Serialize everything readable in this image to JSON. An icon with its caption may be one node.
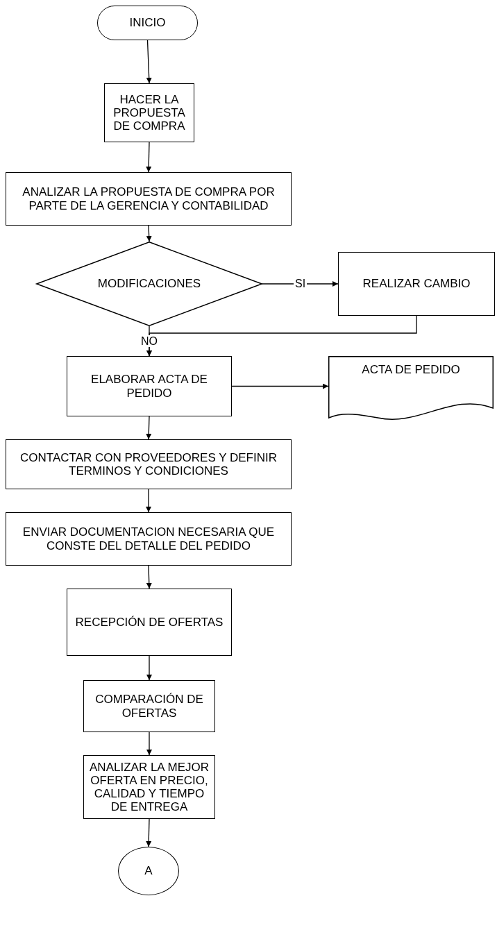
{
  "diagram": {
    "nodes": [
      {
        "text": [
          "INICIO"
        ]
      },
      {
        "text": [
          "HACER LA PROPUESTA DE COMPRA"
        ]
      },
      {
        "text": [
          "ANALIZAR LA PROPUESTA DE COMPRA POR PARTE DE LA GERENCIA Y CONTABILIDAD"
        ]
      },
      {
        "text": [
          "MODIFICACIONES"
        ]
      },
      {
        "text": [
          "REALIZAR CAMBIO"
        ]
      },
      {
        "text": [
          "ELABORAR ACTA DE PEDIDO"
        ]
      },
      {
        "text": [
          "ACTA DE PEDIDO"
        ]
      },
      {
        "text": [
          "CONTACTAR CON PROVEEDORES Y DEFINIR TERMINOS Y CONDICIONES"
        ]
      },
      {
        "text": [
          "ENVIAR DOCUMENTACION NECESARIA QUE CONSTE DEL DETALLE DEL PEDIDO"
        ]
      },
      {
        "text": [
          "RECEPCIÓN DE OFERTAS"
        ]
      },
      {
        "text": [
          "COMPARACIÓN DE OFERTAS"
        ]
      },
      {
        "text": [
          "ANALIZAR LA MEJOR OFERTA EN PRECIO, CALIDAD Y TIEMPO DE ENTREGA"
        ]
      },
      {
        "text": [
          "A"
        ]
      }
    ],
    "edges": [
      {
        "from": 0,
        "to": 1,
        "arrow": "to"
      },
      {
        "from": 1,
        "to": 2,
        "arrow": "to"
      },
      {
        "from": 2,
        "to": 3,
        "arrow": "to"
      },
      {
        "from": 3,
        "to": 4,
        "arrow": "to",
        "label": "SI"
      },
      {
        "from": 4,
        "to": 5,
        "arrow": "to"
      },
      {
        "from": 3,
        "to": 5,
        "arrow": "to",
        "label": "NO"
      },
      {
        "from": 5,
        "to": 6,
        "arrow": "to"
      },
      {
        "from": 5,
        "to": 7,
        "arrow": "to"
      },
      {
        "from": 7,
        "to": 8,
        "arrow": "to"
      },
      {
        "from": 8,
        "to": 9,
        "arrow": "to"
      },
      {
        "from": 9,
        "to": 10,
        "arrow": "to"
      },
      {
        "from": 10,
        "to": 11,
        "arrow": "to"
      },
      {
        "from": 11,
        "to": 12,
        "arrow": "to"
      }
    ]
  }
}
